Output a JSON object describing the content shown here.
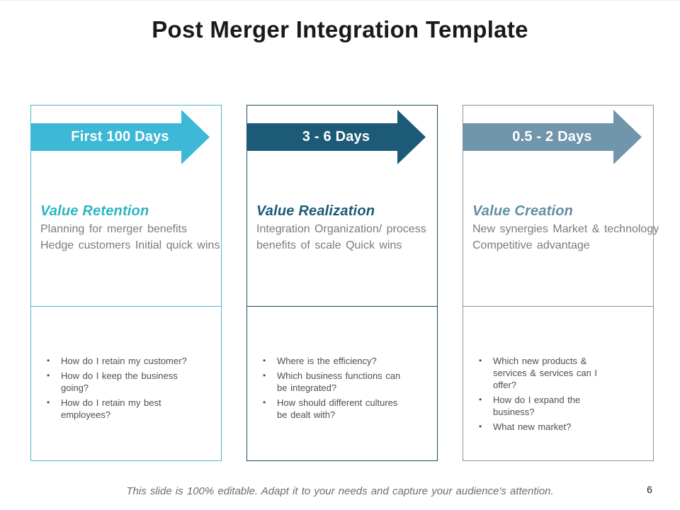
{
  "slide": {
    "title": "Post Merger Integration Template",
    "footer_note": "This slide is 100% editable. Adapt it to your needs and capture your audience's attention.",
    "page_number": "6"
  },
  "columns": [
    {
      "arrow_label": "First 100 Days",
      "accent_color": "#3db8d6",
      "border_color": "#4db9c6",
      "heading": "Value Retention",
      "heading_color": "#2db4c2",
      "description_lines": [
        "Planning for merger benefits",
        "Hedge customers Initial quick wins"
      ],
      "bullets": [
        "How do I retain my customer?",
        "How do I keep the business going?",
        "How do I retain my best employees?"
      ],
      "bullet_marker": "•"
    },
    {
      "arrow_label": "3 - 6 Days",
      "accent_color": "#1d5a77",
      "border_color": "#1f4a5c",
      "heading": "Value Realization",
      "heading_color": "#1b5a78",
      "description_lines": [
        "Integration Organization/ process",
        "benefits of scale Quick wins"
      ],
      "bullets": [
        "Where is the efficiency?",
        "Which business functions can be integrated?",
        "How should different cultures be dealt with?"
      ],
      "bullet_marker": "•"
    },
    {
      "arrow_label": "0.5 - 2 Days",
      "accent_color": "#7195aa",
      "border_color": "#8d9499",
      "heading": "Value Creation",
      "heading_color": "#618ea6",
      "description_lines": [
        "New synergies Market & technology",
        "Competitive advantage"
      ],
      "bullets": [
        "Which new products & services & services can I offer?",
        "How do I expand the business?",
        "What new market?"
      ],
      "bullet_marker": "•"
    }
  ]
}
